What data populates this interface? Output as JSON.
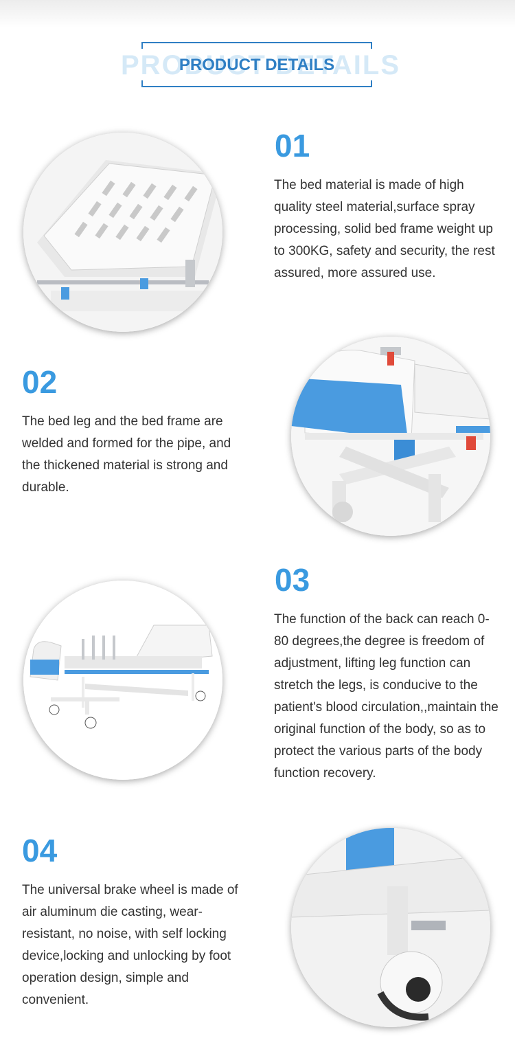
{
  "header": {
    "title": "PRODUCT DETAILS",
    "ghost_title": "PRODUCT DETAILS"
  },
  "colors": {
    "accent": "#3a9ae0",
    "frame": "#2f7fc4",
    "ghost": "#d5e9f7",
    "bed_blue": "#4a9be0"
  },
  "details": [
    {
      "number": "01",
      "text": "The bed material is made of high quality steel material,surface spray processing, solid bed frame weight up to 300KG, safety and security, the rest assured, more assured use.",
      "image": "perforated-bed-panel-photo"
    },
    {
      "number": "02",
      "text": "The bed leg and the bed frame are welded and formed for the pipe, and the thickened material is strong and durable.",
      "image": "bed-frame-headboard-photo"
    },
    {
      "number": "03",
      "text": "The function of the back can reach 0-80 degrees,the degree is freedom of adjustment, lifting leg function can stretch the legs, is conducive to the patient's blood circulation,,maintain the original function of the body, so as to protect the various parts of the body function recovery.",
      "image": "full-hospital-bed-photo"
    },
    {
      "number": "04",
      "text": "The universal brake wheel is made of air aluminum die casting, wear-resistant, no noise, with self locking device,locking and unlocking by foot operation design, simple and convenient.",
      "image": "brake-wheel-photo"
    }
  ]
}
